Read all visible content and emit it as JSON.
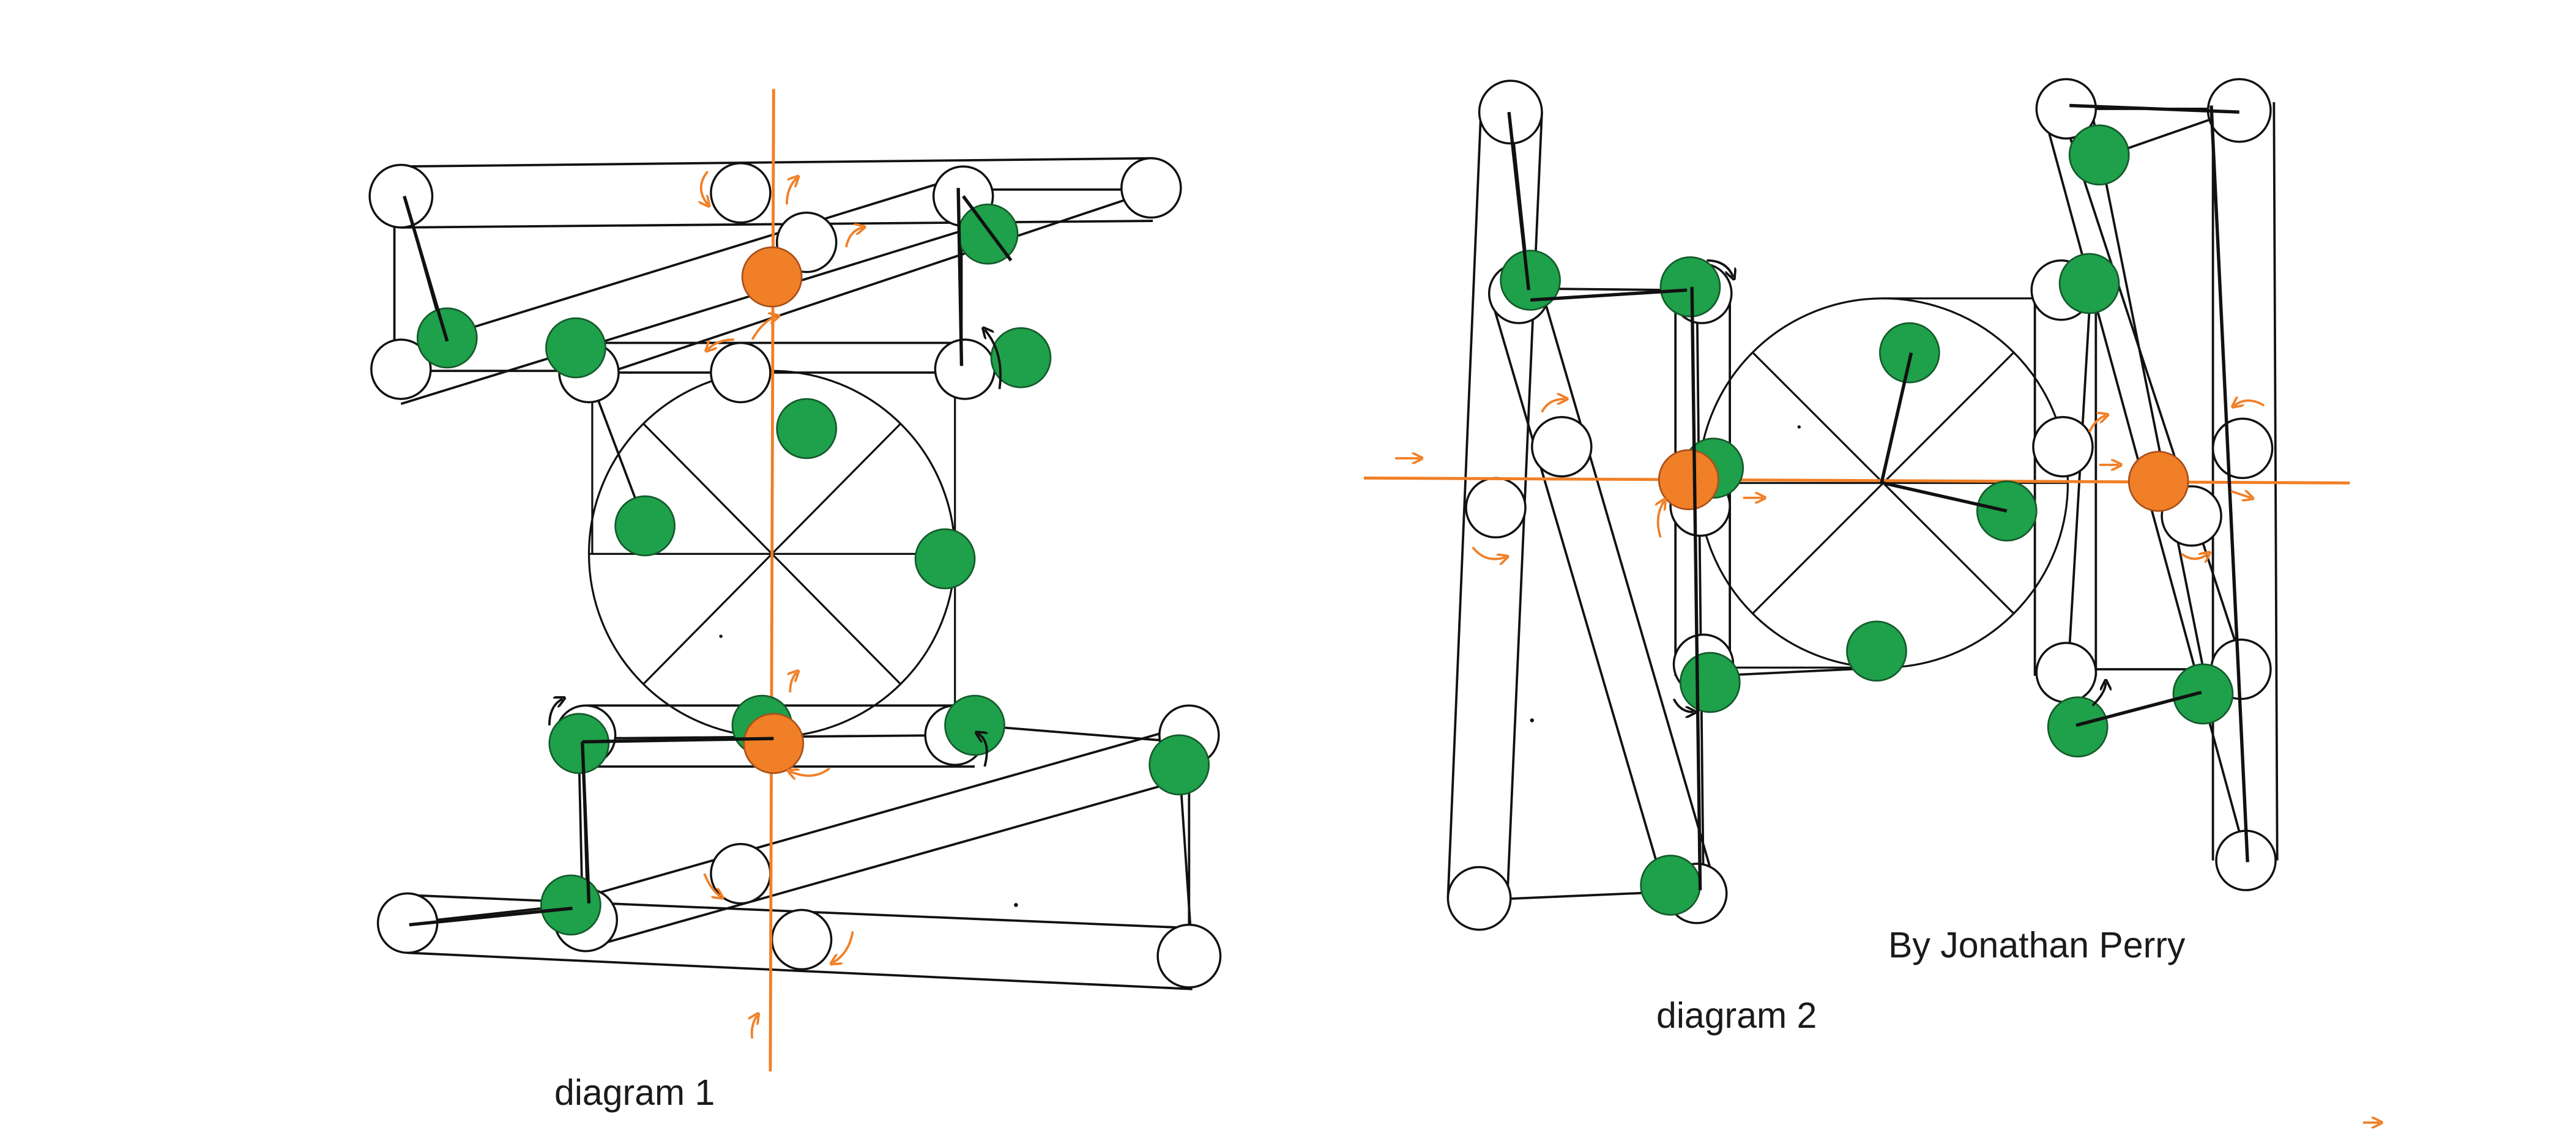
{
  "labels": {
    "diagram1": "diagram 1",
    "diagram2": "diagram 2",
    "author": "By Jonathan Perry"
  },
  "colors": {
    "stroke": "#111111",
    "green": "#1fa04a",
    "green_outline": "#145a2b",
    "orange": "#f07f27",
    "orange_outline": "#a8501a",
    "background": "#ffffff"
  }
}
